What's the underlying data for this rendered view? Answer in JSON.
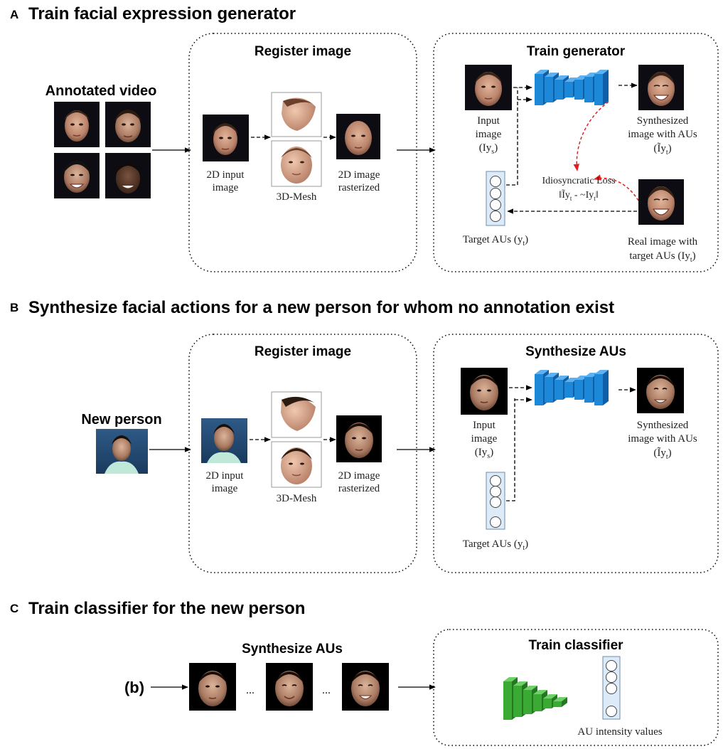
{
  "sections": {
    "a": {
      "letter": "A",
      "title": "Train facial expression generator",
      "annotated_video": "Annotated video",
      "register": {
        "title": "Register image",
        "input_label_1": "2D input",
        "input_label_2": "image",
        "mesh_label": "3D-Mesh",
        "raster_label_1": "2D image",
        "raster_label_2": "rasterized"
      },
      "generator": {
        "title": "Train generator",
        "input_1": "Input",
        "input_2": "image",
        "input_3": "(Iy",
        "input_3_sub": "s",
        "input_3_end": ")",
        "synth_1": "Synthesized",
        "synth_2": "image with AUs",
        "synth_3": "(Ĩy",
        "synth_3_sub": "t",
        "synth_3_end": ")",
        "loss_1": "Idiosyncratic Loss",
        "loss_2": "‖Ĩy",
        "loss_2_sub": "t",
        "loss_2_mid": " - ~Iy",
        "loss_2_sub2": "t",
        "loss_2_end": "‖",
        "target": "Target AUs (y",
        "target_sub": "t",
        "target_end": ")",
        "real_1": "Real image with",
        "real_2": "target AUs (Iy",
        "real_2_sub": "t",
        "real_2_end": ")"
      }
    },
    "b": {
      "letter": "B",
      "title": "Synthesize facial actions for a new person for whom no annotation exist",
      "new_person": "New person",
      "register": {
        "title": "Register image",
        "input_label_1": "2D input",
        "input_label_2": "image",
        "mesh_label": "3D-Mesh",
        "raster_label_1": "2D image",
        "raster_label_2": "rasterized"
      },
      "synth": {
        "title": "Synthesize AUs",
        "input_1": "Input",
        "input_2": "image",
        "input_3": "(Iy",
        "input_3_sub": "s",
        "input_3_end": ")",
        "synth_1": "Synthesized",
        "synth_2": "image with AUs",
        "synth_3": "(Ĩy",
        "synth_3_sub": "t",
        "synth_3_end": ")",
        "target": "Target AUs (y",
        "target_sub": "t",
        "target_end": ")"
      }
    },
    "c": {
      "letter": "C",
      "title": "Train classifier for the new person",
      "ref": "(b)",
      "synth_title": "Synthesize AUs",
      "dots": "...",
      "classifier_title": "Train classifier",
      "au_values": "AU intensity values"
    }
  },
  "colors": {
    "generator_blue": "#1e88d8",
    "generator_blue_dark": "#0f5ea8",
    "classifier_green": "#3aaa35",
    "classifier_green_dark": "#23781f",
    "au_vector_fill": "#dcebf7",
    "loss_arrow": "#e02020"
  }
}
